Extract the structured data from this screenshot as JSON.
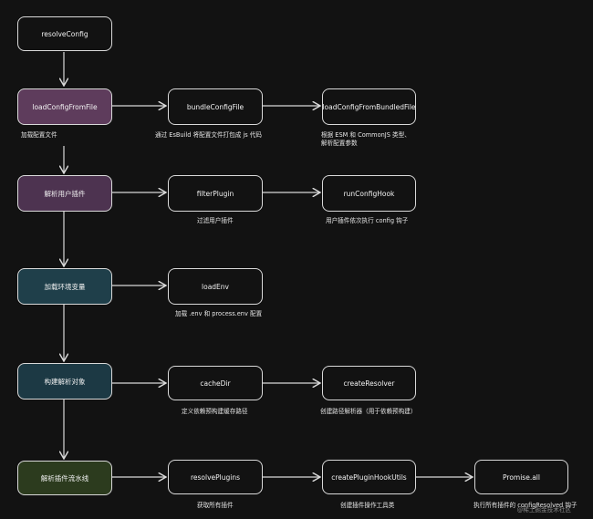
{
  "nodes": {
    "resolveConfig": "resolveConfig",
    "loadConfigFromFile": "loadConfigFromFile",
    "bundleConfigFile": "bundleConfigFile",
    "loadConfigFromBundledFile": "loadConfigFromBundledFile",
    "userPlugins": "解析用户插件",
    "filterPlugin": "filterPlugin",
    "runConfigHook": "runConfigHook",
    "loadEnvVars": "加载环境变量",
    "loadEnv": "loadEnv",
    "buildResolve": "构建解析对象",
    "cacheDir": "cacheDir",
    "createResolver": "createResolver",
    "pluginPipeline": "解析插件流水线",
    "resolvePlugins": "resolvePlugins",
    "createPluginHookUtils": "createPluginHookUtils",
    "promiseAll": "Promise.all"
  },
  "captions": {
    "loadConfig": "加载配置文件",
    "bundle": "通过 EsBuild 将配置文件打包成 js 代码",
    "bundled_line1": "根据 ESM 和 CommonJS 类型、",
    "bundled_line2": "解析配置参数",
    "filter": "过滤用户插件",
    "runHook": "用户插件依次执行 config 钩子",
    "loadEnv": "加载 .env 和 process.env 配置",
    "cacheDir": "定义依赖预构建缓存路径",
    "createResolver": "创建路径解析器（用于依赖预构建）",
    "resolvePlugins": "获取所有插件",
    "hookUtils": "创建插件操作工具类",
    "promiseAll": "执行所有插件的 configResolved 钩子"
  },
  "watermark": "@稀土掘金技术社区",
  "colors": {
    "background": "#121212",
    "stroke": "#d9d9d9",
    "fill_purple": "#5e3c5c",
    "fill_purple2": "#4d3350",
    "fill_teal": "#1f3f4a",
    "fill_teal2": "#1c3944",
    "fill_green": "#2c3b1e"
  }
}
